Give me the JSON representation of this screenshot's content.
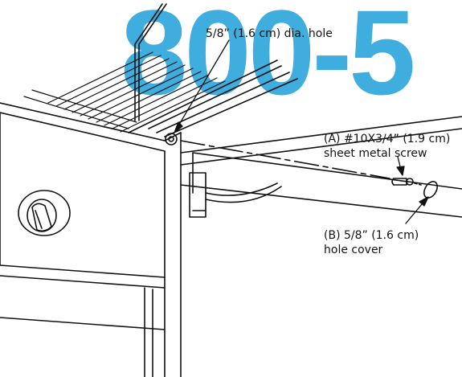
{
  "watermark": {
    "text": "800-5"
  },
  "labels": {
    "hole": "5/8” (1.6 cm) dia. hole",
    "screw_line1": "(A) #10X3/4” (1.9 cm)",
    "screw_line2": "sheet metal screw",
    "cover_line1": "(B)  5/8” (1.6 cm)",
    "cover_line2": "hole cover"
  },
  "colors": {
    "watermark": "#1e9fd8",
    "ink": "#111111"
  }
}
